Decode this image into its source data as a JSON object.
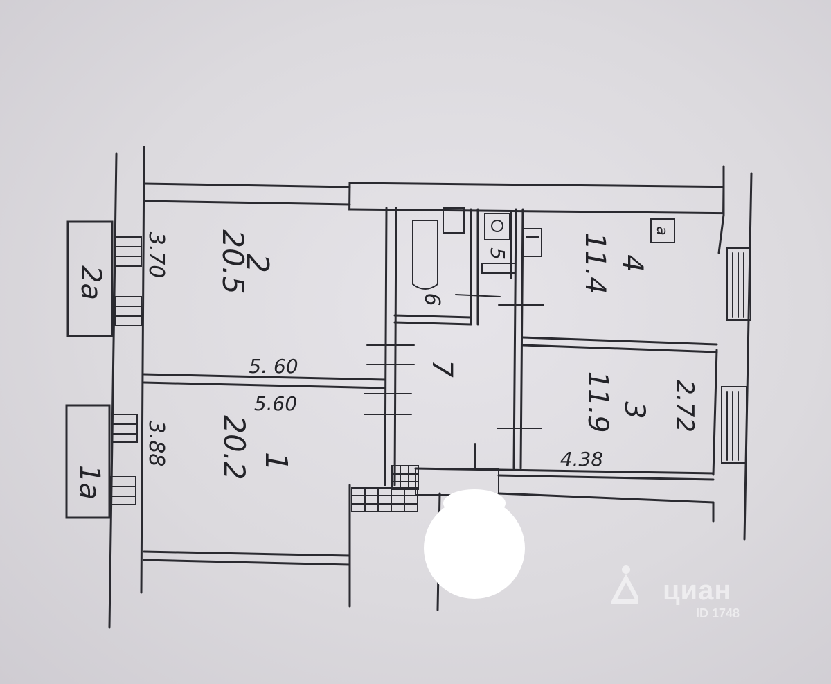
{
  "plan": {
    "rooms": [
      {
        "id": "room-2",
        "number": "2",
        "area": "20.5",
        "dims": [
          "3.70",
          "5. 60"
        ]
      },
      {
        "id": "room-1",
        "number": "1",
        "area": "20.2",
        "dims": [
          "3.88",
          "5.60"
        ]
      },
      {
        "id": "room-7",
        "number": "7",
        "area": "",
        "dims": []
      },
      {
        "id": "room-6",
        "number": "6",
        "area": "",
        "dims": []
      },
      {
        "id": "room-5",
        "number": "5",
        "area": "",
        "dims": []
      },
      {
        "id": "room-4",
        "number": "4",
        "area": "11.4",
        "dims": []
      },
      {
        "id": "room-3",
        "number": "3",
        "area": "11.9",
        "dims": [
          "2.72",
          "4.38"
        ]
      }
    ],
    "balconies": [
      {
        "id": "balcony-2a",
        "label": "2a"
      },
      {
        "id": "balcony-1a",
        "label": "1a"
      }
    ],
    "marker": "a"
  },
  "watermark": {
    "brand": "циан",
    "id_text": "ID 1748",
    "color": "#ffffff"
  },
  "colors": {
    "background": "#d9d7dc",
    "ink": "#2a2a30"
  }
}
